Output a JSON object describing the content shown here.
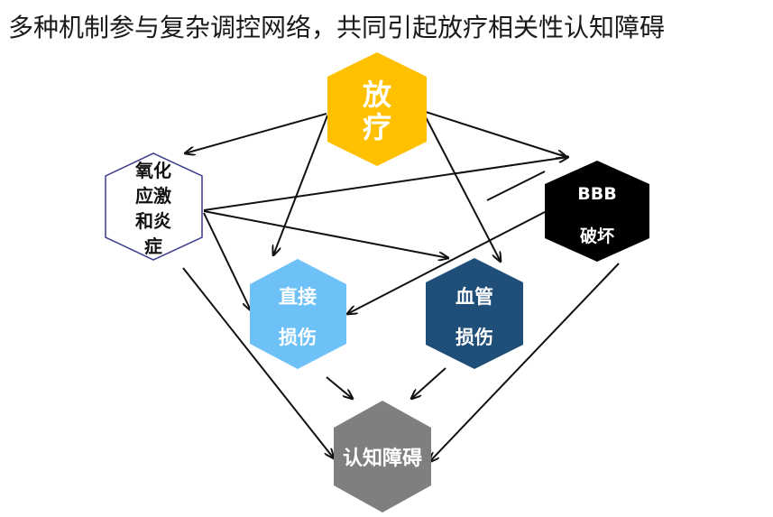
{
  "title": "多种机制参与复杂调控网络，共同引起放疗相关性认知障碍",
  "colors": {
    "radiotherapy": "#FFC000",
    "oxidative": "#FFFFFF",
    "oxidative_border": "#3A3A8C",
    "bbb": "#000000",
    "direct": "#6EC1F7",
    "vascular": "#1F4E79",
    "cognitive": "#7F7F7F",
    "arrow": "#111111"
  },
  "nodes": {
    "radiotherapy": {
      "lines": [
        "放",
        "疗"
      ]
    },
    "oxidative": {
      "lines": [
        "氧化",
        "应激",
        "和炎",
        "症"
      ]
    },
    "bbb": {
      "lines": [
        "BBB",
        "破坏"
      ]
    },
    "direct": {
      "lines": [
        "直接",
        "损伤"
      ]
    },
    "vascular": {
      "lines": [
        "血管",
        "损伤"
      ]
    },
    "cognitive": {
      "lines": [
        "认知障碍"
      ]
    }
  }
}
